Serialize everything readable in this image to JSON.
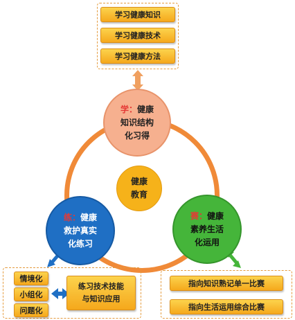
{
  "top_box": {
    "items": [
      "学习健康知识",
      "学习健康技术",
      "学习健康方法"
    ]
  },
  "center": {
    "line1": "健康",
    "line2": "教育"
  },
  "learn_circle": {
    "key": "学：",
    "line1_rest": "健康",
    "line2": "知识结构",
    "line3": "化习得"
  },
  "practice_circle": {
    "key": "练：",
    "line1_rest": "健康",
    "line2": "救护真实",
    "line3": "化练习"
  },
  "compete_circle": {
    "key": "赛：",
    "line1_rest": "健康",
    "line2": "素养生活",
    "line3": "化运用"
  },
  "left_box": {
    "items": [
      "情境化",
      "小组化",
      "问题化"
    ],
    "practice_line1": "练习技术技能",
    "practice_line2": "与知识应用"
  },
  "right_box": {
    "items": [
      "指向知识熟记单一比赛",
      "指向生活运用综合比赛"
    ]
  },
  "colors": {
    "ring": "#f08a38",
    "learn": "#f6b08f",
    "center": "#f6b21a",
    "practice": "#1f6fc4",
    "compete": "#45b53a",
    "pill": "#f9c12e"
  }
}
